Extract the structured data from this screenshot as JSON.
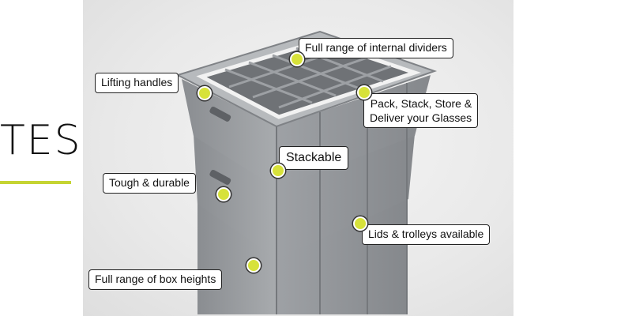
{
  "heading": "TES",
  "colors": {
    "accent": "#c5d433",
    "dot": "#d7e23a"
  },
  "callouts": {
    "dividers": "Full range of internal dividers",
    "handles": "Lifting handles",
    "pack_line1": "Pack, Stack, Store &",
    "pack_line2": "Deliver your Glasses",
    "stackable": "Stackable",
    "tough": "Tough & durable",
    "lids": "Lids & trolleys available",
    "heights": "Full range of box heights"
  }
}
